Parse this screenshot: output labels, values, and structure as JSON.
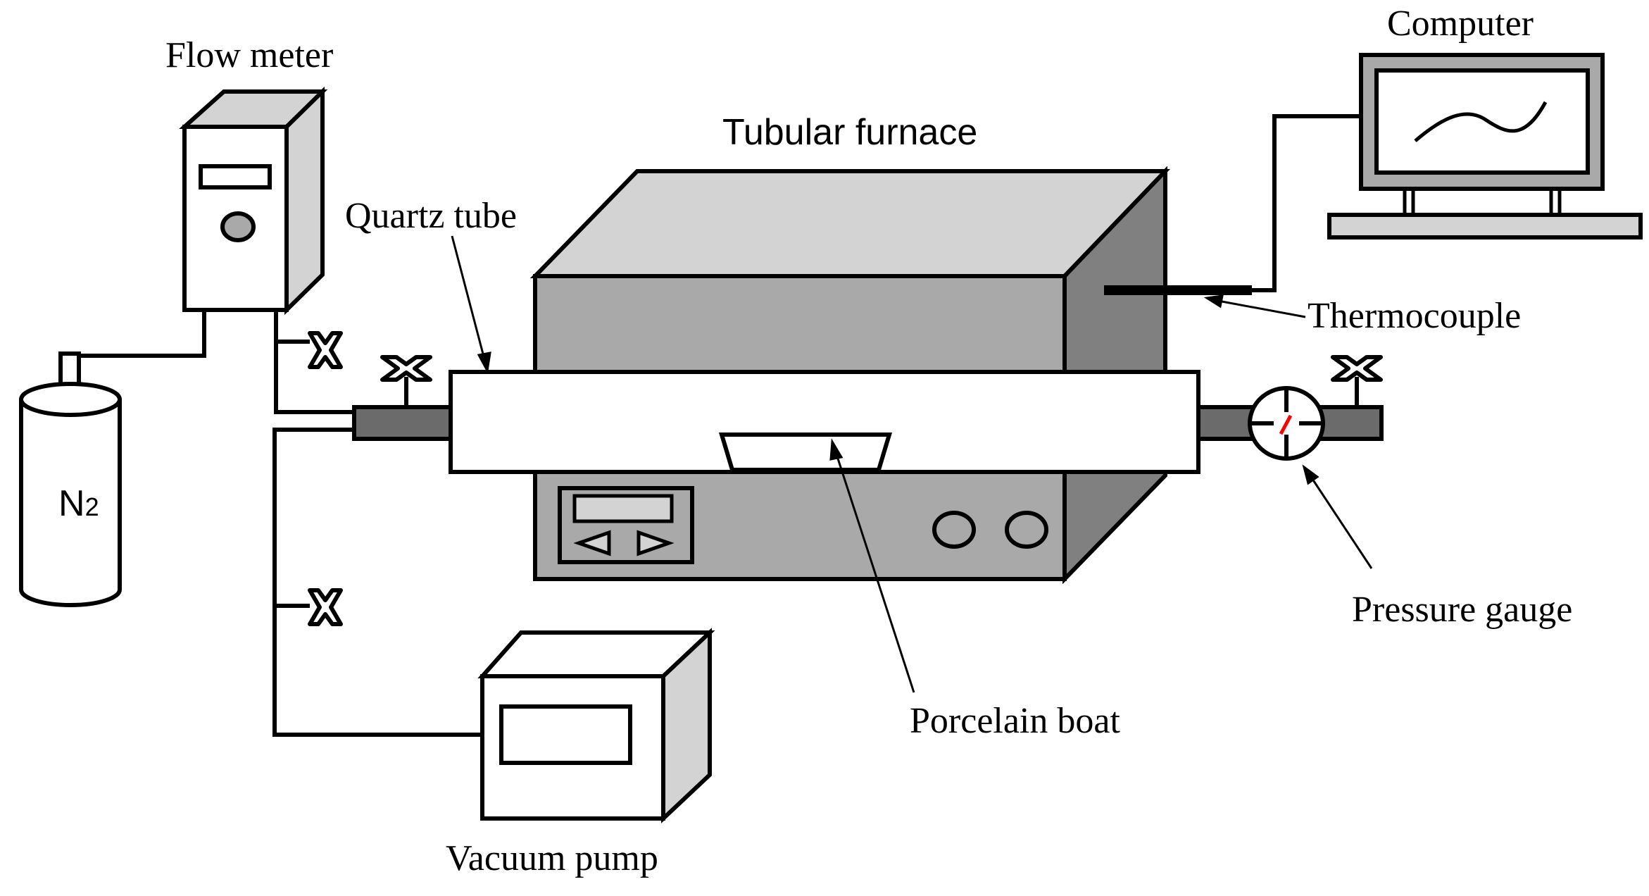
{
  "labels": {
    "flow_meter": "Flow meter",
    "computer": "Computer",
    "tubular_furnace": "Tubular furnace",
    "quartz_tube": "Quartz tube",
    "thermocouple": "Thermocouple",
    "n2_base": "N",
    "n2_sub": "2",
    "pressure_gauge": "Pressure gauge",
    "porcelain_boat": "Porcelain boat",
    "vacuum_pump": "Vacuum pump"
  },
  "colors": {
    "line": "#000000",
    "light_gray": "#d3d3d3",
    "mid_gray": "#a9a9a9",
    "dark_gray": "#808080",
    "pipe_gray": "#6b6b6b",
    "needle": "#ff0000",
    "white": "#ffffff"
  },
  "icons": {
    "valve": "x-shaped-valve-icon",
    "gauge": "pressure-gauge-dial-icon"
  }
}
